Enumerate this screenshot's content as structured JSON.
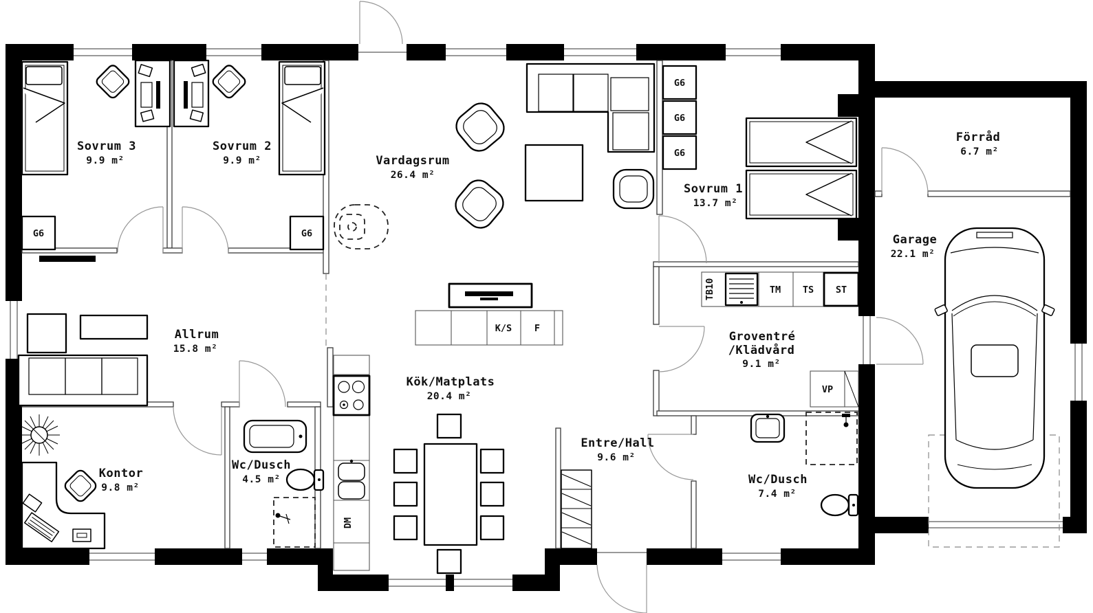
{
  "rooms": {
    "sovrum3": {
      "name": "Sovrum 3",
      "area": "9.9 m²"
    },
    "sovrum2": {
      "name": "Sovrum 2",
      "area": "9.9 m²"
    },
    "vardagsrum": {
      "name": "Vardagsrum",
      "area": "26.4 m²"
    },
    "sovrum1": {
      "name": "Sovrum 1",
      "area": "13.7 m²"
    },
    "forrad": {
      "name": "Förråd",
      "area": "6.7 m²"
    },
    "garage": {
      "name": "Garage",
      "area": "22.1 m²"
    },
    "allrum": {
      "name": "Allrum",
      "area": "15.8 m²"
    },
    "kontor": {
      "name": "Kontor",
      "area": "9.8 m²"
    },
    "wc_small": {
      "name": "Wc/Dusch",
      "area": "4.5 m²"
    },
    "kok": {
      "name": "Kök/Matplats",
      "area": "20.4 m²"
    },
    "entre": {
      "name": "Entre/Hall",
      "area": "9.6 m²"
    },
    "groventre": {
      "name": "Groventré",
      "name2": "/Klädvård",
      "area": "9.1 m²"
    },
    "wc_large": {
      "name": "Wc/Dusch",
      "area": "7.4 m²"
    }
  },
  "labels": {
    "wardrobe": "G6",
    "tb10": "TB10",
    "tm": "TM",
    "ts": "TS",
    "st": "ST",
    "vp": "VP",
    "ks": "K/S",
    "f": "F",
    "dm": "DM"
  },
  "colors": {
    "wall": "#000000",
    "line": "#1a1a1a",
    "door_arc": "#979797",
    "background": "#ffffff"
  }
}
